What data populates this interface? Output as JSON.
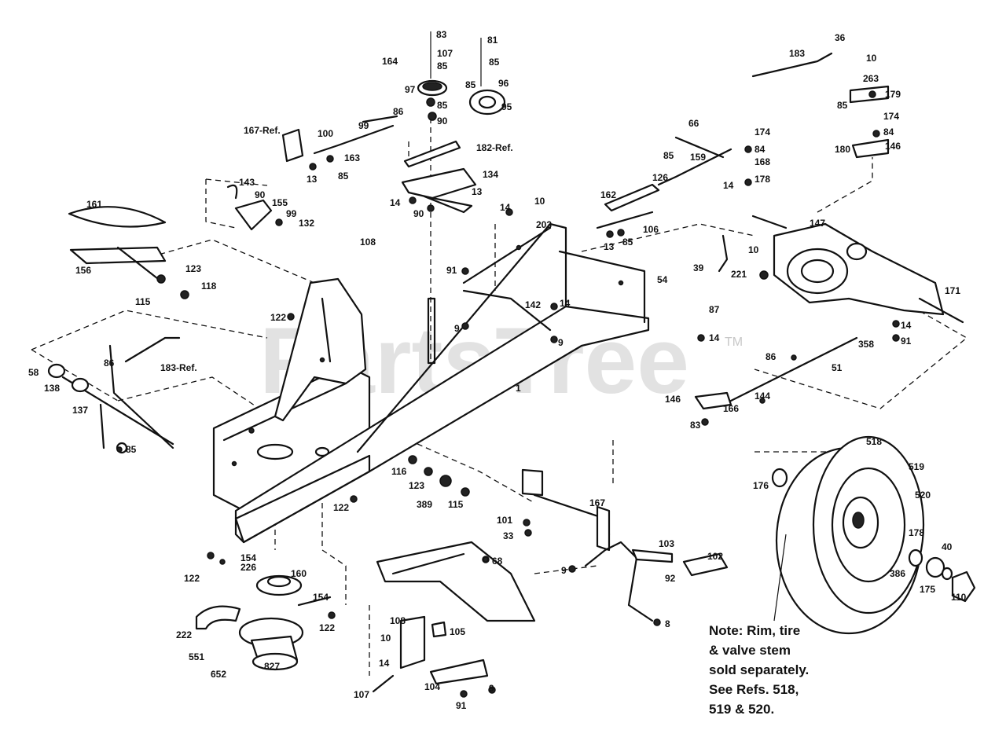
{
  "watermark": {
    "text": "PartsTree",
    "trademark": "TM"
  },
  "note": {
    "lines": [
      "Note:  Rim, tire",
      "& valve stem",
      "sold separately.",
      "See Refs. 518,",
      "519 & 520."
    ]
  },
  "callouts": {
    "c1": "83",
    "c2": "107",
    "c3": "85",
    "c4": "164",
    "c5": "97",
    "c6": "85",
    "c7": "90",
    "c8": "81",
    "c9": "85",
    "c10": "85",
    "c11": "96",
    "c12": "95",
    "c13": "36",
    "c14": "183",
    "c15": "10",
    "c16": "263",
    "c17": "179",
    "c18": "85",
    "c19": "174",
    "c20": "84",
    "c21": "146",
    "c22": "180",
    "c23": "167-Ref.",
    "c24": "100",
    "c25": "99",
    "c26": "86",
    "c27": "163",
    "c28": "13",
    "c29": "85",
    "c30": "182-Ref.",
    "c31": "134",
    "c32": "13",
    "c33": "14",
    "c34": "90",
    "c35": "66",
    "c36": "174",
    "c37": "84",
    "c38": "85",
    "c39": "159",
    "c40": "168",
    "c41": "14",
    "c42": "178",
    "c43": "126",
    "c44": "162",
    "c45": "14",
    "c46": "10",
    "c47": "203",
    "c48": "143",
    "c49": "90",
    "c50": "155",
    "c51": "99",
    "c52": "132",
    "c53": "161",
    "c54": "156",
    "c55": "123",
    "c56": "118",
    "c57": "115",
    "c58": "108",
    "c59": "13",
    "c60": "85",
    "c61": "106",
    "c62": "147",
    "c63": "10",
    "c64": "39",
    "c65": "221",
    "c66": "91",
    "c67": "54",
    "c68": "171",
    "c69": "122",
    "c70": "142",
    "c71": "14",
    "c72": "9",
    "c73": "9",
    "c74": "87",
    "c75": "14",
    "c76": "14",
    "c77": "91",
    "c78": "58",
    "c79": "86",
    "c80": "183-Ref.",
    "c81": "138",
    "c82": "137",
    "c83": "85",
    "c84": "1",
    "c85": "358",
    "c86": "86",
    "c87": "51",
    "c88": "144",
    "c89": "146",
    "c90": "166",
    "c91": "83",
    "c92": "116",
    "c93": "123",
    "c94": "389",
    "c95": "115",
    "c96": "122",
    "c97": "167",
    "c98": "101",
    "c99": "33",
    "c100": "518",
    "c101": "519",
    "c102": "520",
    "c103": "176",
    "c104": "178",
    "c105": "40",
    "c106": "386",
    "c107": "175",
    "c108": "110",
    "c109": "154",
    "c110": "226",
    "c111": "122",
    "c112": "160",
    "c113": "154",
    "c114": "122",
    "c115": "222",
    "c116": "551",
    "c117": "652",
    "c118": "827",
    "c119": "68",
    "c120": "103",
    "c121": "102",
    "c122": "9",
    "c123": "92",
    "c124": "8",
    "c125": "108",
    "c126": "105",
    "c127": "10",
    "c128": "14",
    "c129": "107",
    "c130": "104",
    "c131": "91",
    "c132": "9"
  }
}
